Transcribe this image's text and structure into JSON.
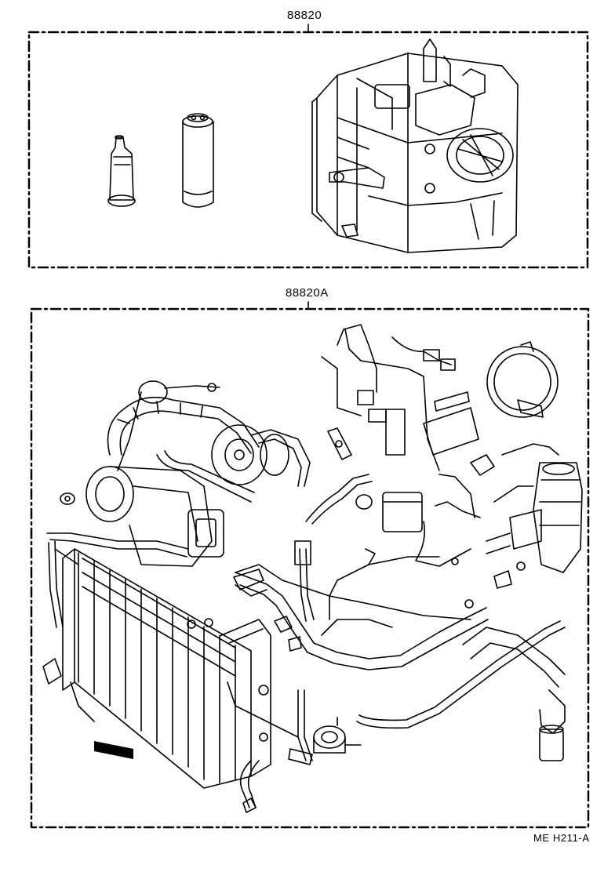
{
  "groups": [
    {
      "label": "88820"
    },
    {
      "label": "88820A"
    }
  ],
  "reference_code": "ME H211-A",
  "icons": [
    "receiver-drier-part",
    "fitting-sleeve-part",
    "heater-cooler-unit",
    "compressor",
    "condenser",
    "piping-and-wiring",
    "clamp-ring",
    "vacuum-switch"
  ]
}
